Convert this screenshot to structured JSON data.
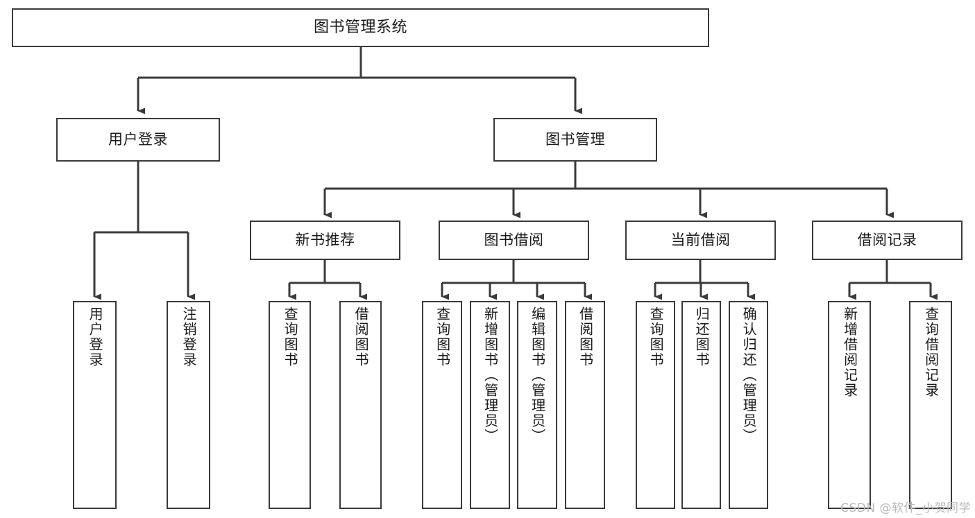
{
  "diagram": {
    "title": "图书管理系统",
    "type": "tree",
    "watermark": "CSDN @软件_小贺同学",
    "line_color": "#3a3a3a",
    "box_fill": "#ffffff",
    "text_color": "#1a1a1a",
    "watermark_color": "#b9b9b9"
  },
  "nodes": {
    "root": {
      "label": "图书管理系统"
    },
    "level2": [
      {
        "label": "用户登录"
      },
      {
        "label": "图书管理"
      }
    ],
    "level3": [
      {
        "label": "新书推荐"
      },
      {
        "label": "图书借阅"
      },
      {
        "label": "当前借阅"
      },
      {
        "label": "借阅记录"
      }
    ],
    "leaves": {
      "user_login": [
        {
          "label": "用户登录"
        },
        {
          "label": "注销登录"
        }
      ],
      "new_book_recommend": [
        {
          "label": "查询图书"
        },
        {
          "label": "借阅图书"
        }
      ],
      "book_borrow": [
        {
          "label": "查询图书"
        },
        {
          "label": "新增图书（管理员）"
        },
        {
          "label": "编辑图书（管理员）"
        },
        {
          "label": "借阅图书"
        }
      ],
      "current_borrow": [
        {
          "label": "查询图书"
        },
        {
          "label": "归还图书"
        },
        {
          "label": "确认归还（管理员）"
        }
      ],
      "borrow_record": [
        {
          "label": "新增借阅记录"
        },
        {
          "label": "查询借阅记录"
        }
      ]
    }
  },
  "chart_data": {
    "type": "tree",
    "title": "图书管理系统",
    "root": {
      "name": "图书管理系统",
      "children": [
        {
          "name": "用户登录",
          "children": [
            {
              "name": "用户登录"
            },
            {
              "name": "注销登录"
            }
          ]
        },
        {
          "name": "图书管理",
          "children": [
            {
              "name": "新书推荐",
              "children": [
                {
                  "name": "查询图书"
                },
                {
                  "name": "借阅图书"
                }
              ]
            },
            {
              "name": "图书借阅",
              "children": [
                {
                  "name": "查询图书"
                },
                {
                  "name": "新增图书（管理员）"
                },
                {
                  "name": "编辑图书（管理员）"
                },
                {
                  "name": "借阅图书"
                }
              ]
            },
            {
              "name": "当前借阅",
              "children": [
                {
                  "name": "查询图书"
                },
                {
                  "name": "归还图书"
                },
                {
                  "name": "确认归还（管理员）"
                }
              ]
            },
            {
              "name": "借阅记录",
              "children": [
                {
                  "name": "新增借阅记录"
                },
                {
                  "name": "查询借阅记录"
                }
              ]
            }
          ]
        }
      ]
    }
  }
}
